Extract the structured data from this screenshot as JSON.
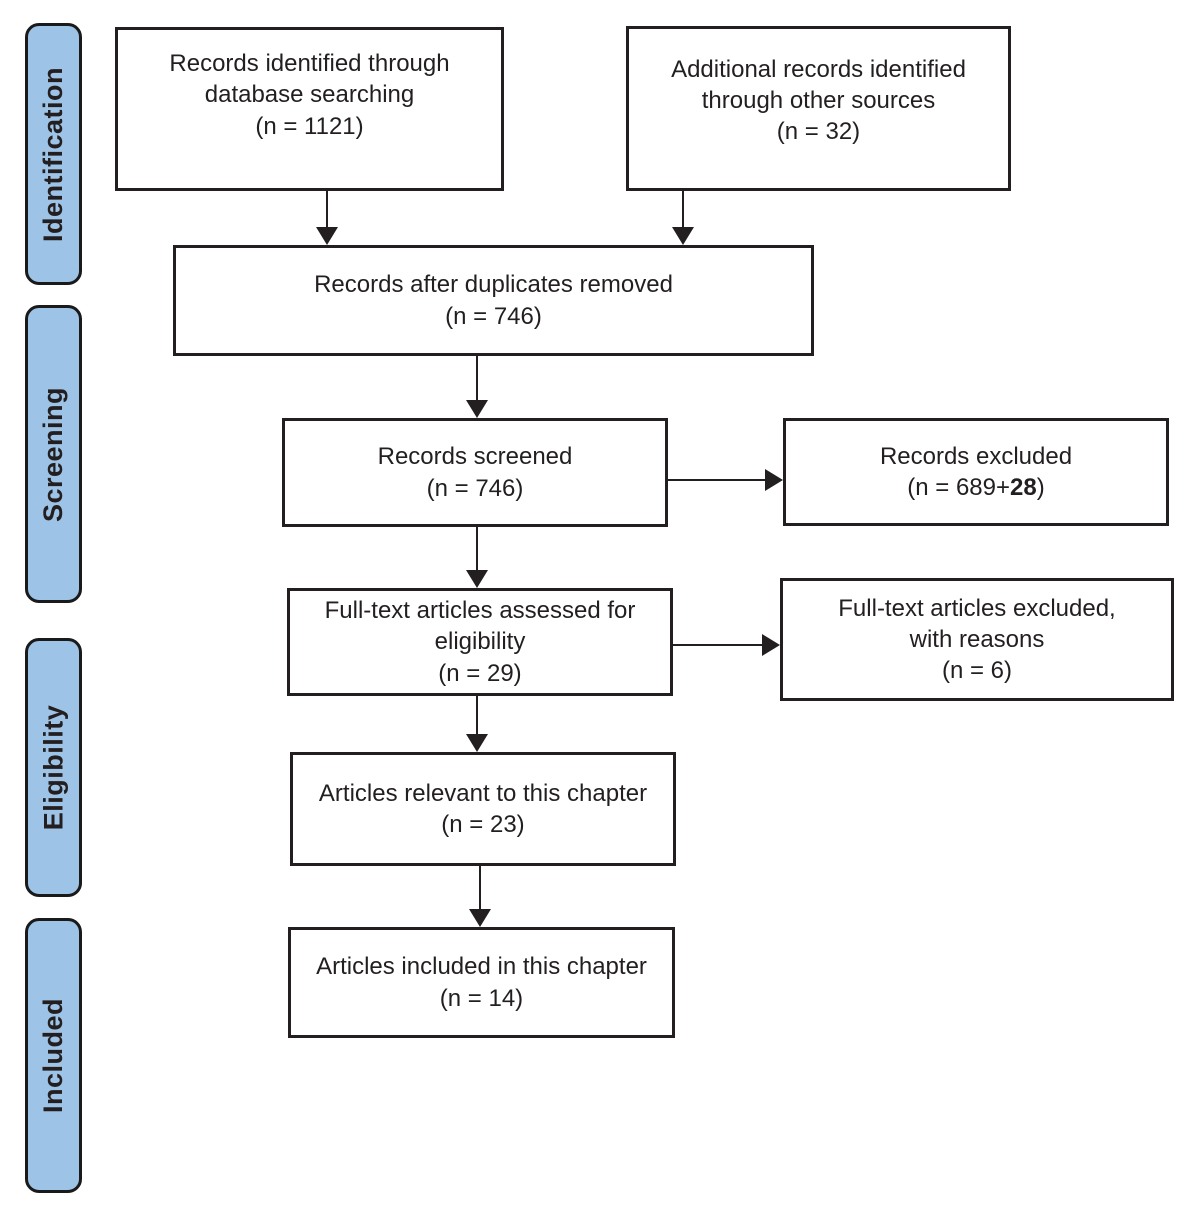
{
  "figure": {
    "type": "prisma-flow-diagram",
    "colors": {
      "stage_bar_fill": "#9DC3E6",
      "stage_bar_border": "#1A1A1A",
      "box_border": "#231F20",
      "text": "#231F20",
      "background": "#FFFFFF"
    }
  },
  "stages": [
    {
      "label": "Identification"
    },
    {
      "label": "Screening"
    },
    {
      "label": "Eligibility"
    },
    {
      "label": "Included"
    }
  ],
  "boxes": {
    "database": {
      "label": "Records identified through\ndatabase searching",
      "count": "(n = 1121)"
    },
    "other_sources": {
      "label": "Additional records identified\nthrough other sources",
      "count": "(n = 32)"
    },
    "deduplicated": {
      "label": "Records after duplicates removed",
      "count": "(n = 746)"
    },
    "screened": {
      "label": "Records screened",
      "count": "(n = 746)"
    },
    "records_excluded": {
      "label": "Records excluded",
      "count_prefix": "(n = 689+",
      "count_bold": "28",
      "count_suffix": ")"
    },
    "fulltext_assessed": {
      "label": "Full-text articles assessed for\neligibility",
      "count": "(n = 29)"
    },
    "fulltext_excluded": {
      "label": "Full-text articles excluded,\nwith reasons",
      "count": "(n = 6)"
    },
    "relevant": {
      "label": "Articles relevant to this chapter",
      "count": "(n = 23)"
    },
    "included": {
      "label": "Articles included in this chapter",
      "count": "(n = 14)"
    }
  }
}
